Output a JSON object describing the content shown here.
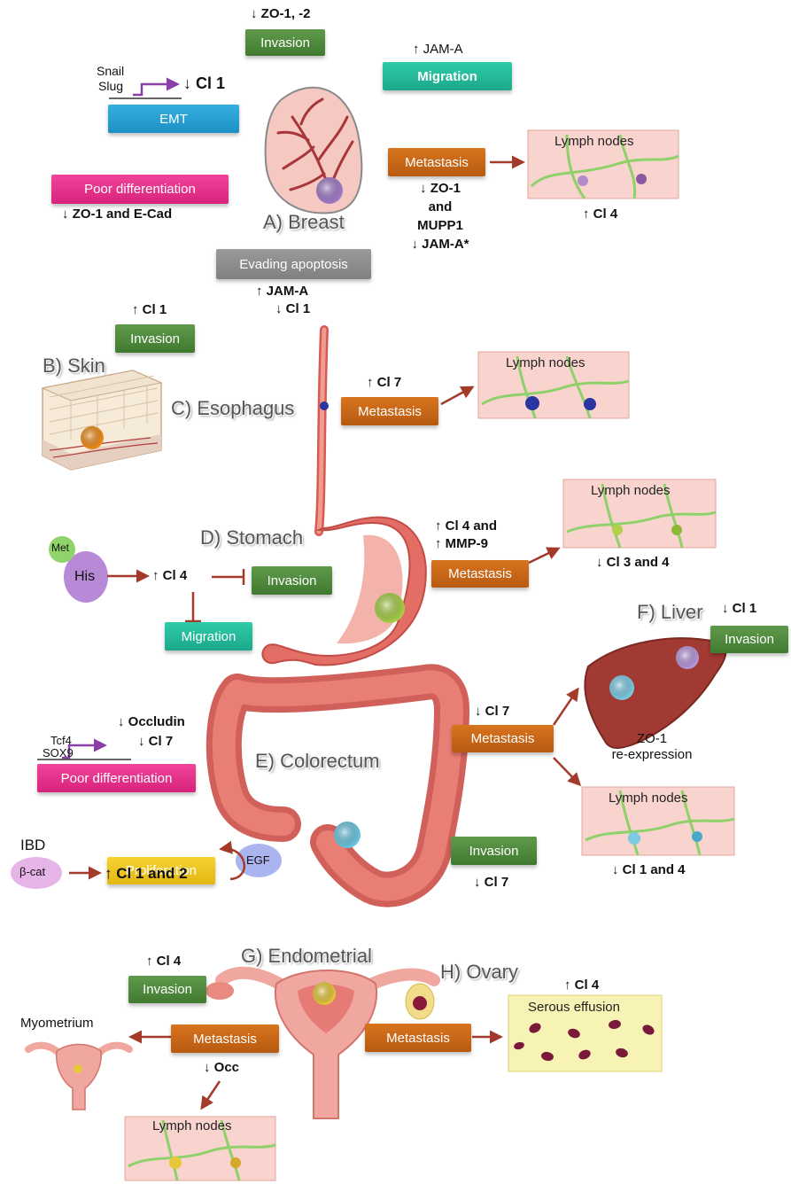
{
  "boxes": {
    "invasion": "Invasion",
    "migration": "Migration",
    "emt": "EMT",
    "metastasis": "Metastasis",
    "poor_differentiation": "Poor differentiation",
    "evading_apoptosis": "Evading apoptosis",
    "proliferation": "Proliferation"
  },
  "organs": {
    "breast": "A) Breast",
    "skin": "B) Skin",
    "esophagus": "C) Esophagus",
    "stomach": "D) Stomach",
    "colorectum": "E) Colorectum",
    "liver": "F) Liver",
    "endometrial": "G) Endometrial",
    "ovary": "H) Ovary",
    "myometrium": "Myometrium"
  },
  "lymph_nodes": "Lymph nodes",
  "serous_effusion": "Serous effusion",
  "breast": {
    "zo": "↓ ZO-1, -2",
    "jama_up": "↑ JAM-A",
    "snail": "Snail",
    "slug": "Slug",
    "cl1_down": "↓ Cl 1",
    "poor_diff_note": "↓ ZO-1 and E-Cad",
    "met_1": "↓ ZO-1",
    "met_2": "and",
    "met_3": "MUPP1",
    "met_4": "↓ JAM-A*",
    "lymph_note": "↑ Cl 4",
    "apop_1": "↑  JAM-A",
    "apop_2": "↓ Cl 1"
  },
  "skin": {
    "cl1_up": "↑ Cl 1"
  },
  "esophagus": {
    "cl7_up": "↑ Cl 7"
  },
  "stomach": {
    "met": "Met",
    "his": "His",
    "cl4": "↑  Cl 4",
    "met_1": "↑ Cl 4 and",
    "met_2": "↑ MMP-9",
    "lymph_note": "↓ Cl 3 and 4"
  },
  "colorectum": {
    "tcf4": "Tcf4",
    "sox9": "SOX9",
    "occludin": "↓ Occludin",
    "cl7": "↓ Cl 7",
    "met_note": "↓ Cl 7",
    "zo1_1": "ZO-1",
    "zo1_2": "re-expression",
    "lymph_note": "↓ Cl 1 and  4",
    "inv_note": "↓ Cl 7",
    "ibd": "IBD",
    "bcat": "β-cat",
    "egf": "EGF",
    "cl12": "↑  Cl 1 and  2"
  },
  "liver": {
    "cl1": "↓ Cl 1"
  },
  "endometrial": {
    "cl4": "↑ Cl 4",
    "occ": "↓ Occ"
  },
  "ovary": {
    "cl4": "↑ Cl 4"
  },
  "colors": {
    "invasion": "#4a8a3a",
    "migration": "#22bb99",
    "emt": "#2a9fd6",
    "poor_differentiation": "#e0328a",
    "metastasis": "#c8661a",
    "evading_apoptosis": "#8c8c8c",
    "proliferation": "#efc520",
    "organ_tissue": "#e07a6e",
    "arrow": "#a33a2a"
  }
}
